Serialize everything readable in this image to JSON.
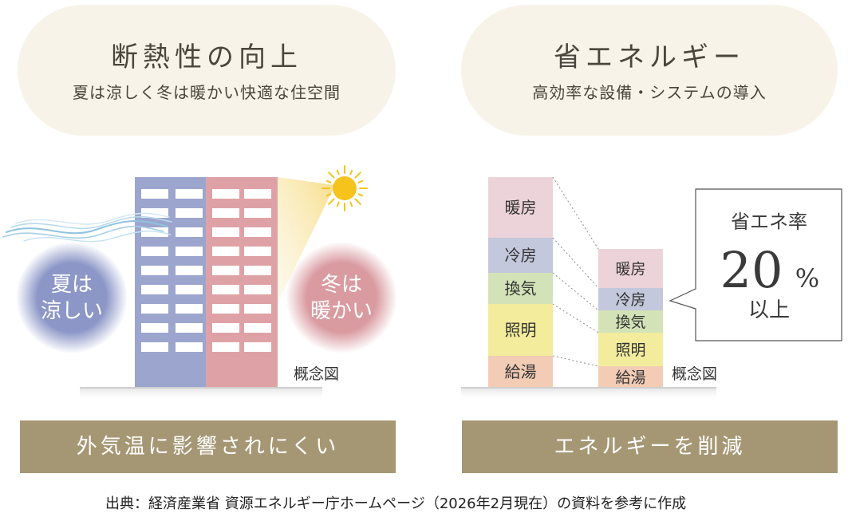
{
  "left": {
    "title": "断熱性の向上",
    "subtitle": "夏は涼しく冬は暖かい快適な住空間",
    "summer_line1": "夏は",
    "summer_line2": "涼しい",
    "winter_line1": "冬は",
    "winter_line2": "暖かい",
    "diagram_note": "概念図",
    "banner": "外気温に影響されにくい",
    "colors": {
      "cool_building": "#9ba5cd",
      "warm_building": "#dea2a6",
      "sun": "#f5c31c"
    }
  },
  "right": {
    "title": "省エネルギー",
    "subtitle": "高効率な設備・システムの導入",
    "diagram_note": "概念図",
    "banner": "エネルギーを削減",
    "callout_line1": "省エネ率",
    "callout_number": "20",
    "callout_unit": "%",
    "callout_line3": "以上",
    "categories": [
      {
        "label": "暖房",
        "color": "#ecd3da"
      },
      {
        "label": "冷房",
        "color": "#c3c8dc"
      },
      {
        "label": "換気",
        "color": "#d3e3b7"
      },
      {
        "label": "照明",
        "color": "#f3ec9c"
      },
      {
        "label": "給湯",
        "color": "#f3ccb5"
      }
    ]
  },
  "source_note": "出典：経済産業省 資源エネルギー庁ホームページ（2026年2月現在）の資料を参考に作成"
}
